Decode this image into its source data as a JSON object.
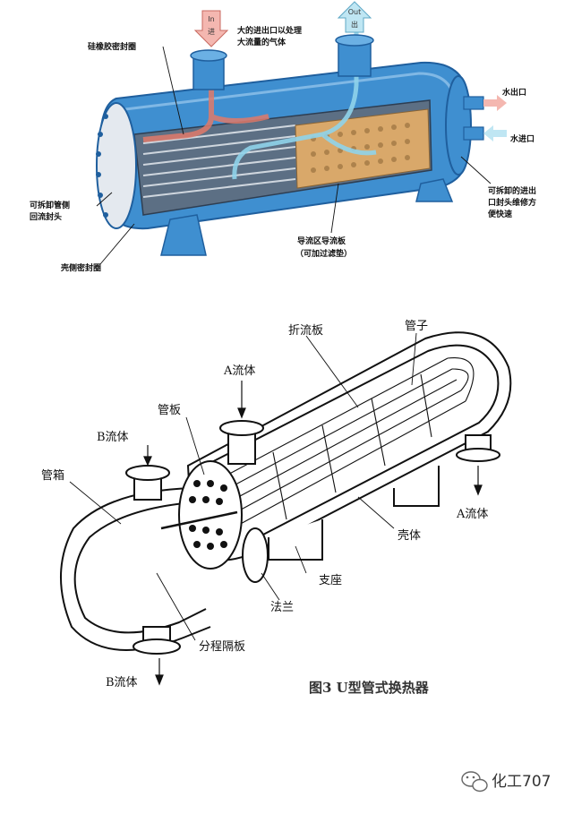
{
  "top_figure": {
    "inlet_tag": {
      "en": "In",
      "zh": "进"
    },
    "outlet_tag": {
      "en": "Out",
      "zh": "出"
    },
    "labels": {
      "rubber_seal": "硅橡胶密封圈",
      "large_port_line1": "大的进出口以处理",
      "large_port_line2": "大流量的气体",
      "water_out": "水出口",
      "water_in": "水进口",
      "removable_head_line1": "可拆卸管侧",
      "removable_head_line2": "回流封头",
      "shell_seal": "壳侧密封圈",
      "baffle_line1": "导流区导流板",
      "baffle_line2": "（可加过滤垫）",
      "removable_port_line1": "可拆卸的进出",
      "removable_port_line2": "口封头维修方",
      "removable_port_line3": "便快速"
    },
    "colors": {
      "shell": "#3f8fd0",
      "shell_dark": "#1f5f9e",
      "hot": "#e07a6a",
      "cold": "#8fd3ea",
      "baffle": "#d9a86a"
    }
  },
  "bottom_figure": {
    "labels": {
      "baffle": "折流板",
      "tubes": "管子",
      "fluid_a_top": "A流体",
      "tube_sheet": "管板",
      "fluid_b_top": "B流体",
      "channel": "管箱",
      "fluid_a_right": "A流体",
      "shell": "壳体",
      "support": "支座",
      "flange": "法兰",
      "pass_partition": "分程隔板",
      "fluid_b_bottom": "B流体"
    },
    "caption": "图3  U型管式换热器"
  },
  "watermark": {
    "text": "化工707",
    "icon": "wechat-icon"
  }
}
